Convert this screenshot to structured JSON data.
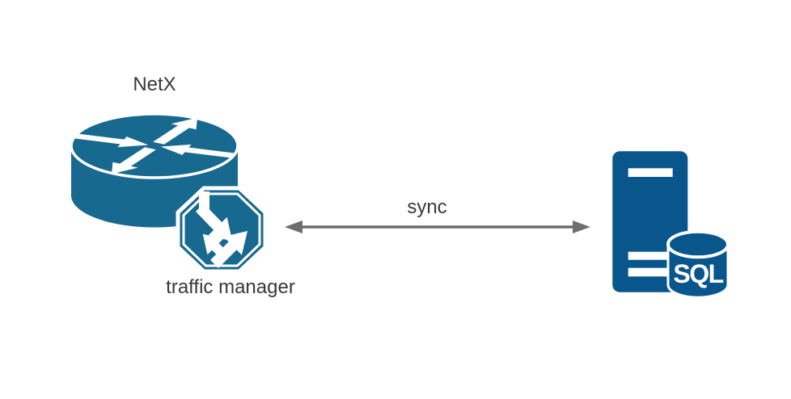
{
  "diagram": {
    "router": {
      "label": "NetX",
      "icon": "cisco-router-cylinder"
    },
    "traffic_manager": {
      "label": "traffic manager",
      "icon": "octagon-switch-arrows"
    },
    "connector": {
      "label": "sync",
      "style": "double-headed-arrow"
    },
    "database_server": {
      "label": "SQL",
      "icon": "server-tower-with-database"
    }
  },
  "colors": {
    "router_teal": "#17698F",
    "server_navy": "#09568D",
    "connector_gray": "#6E6E6E",
    "label_text": "#383838",
    "background": "#FFFFFF"
  }
}
